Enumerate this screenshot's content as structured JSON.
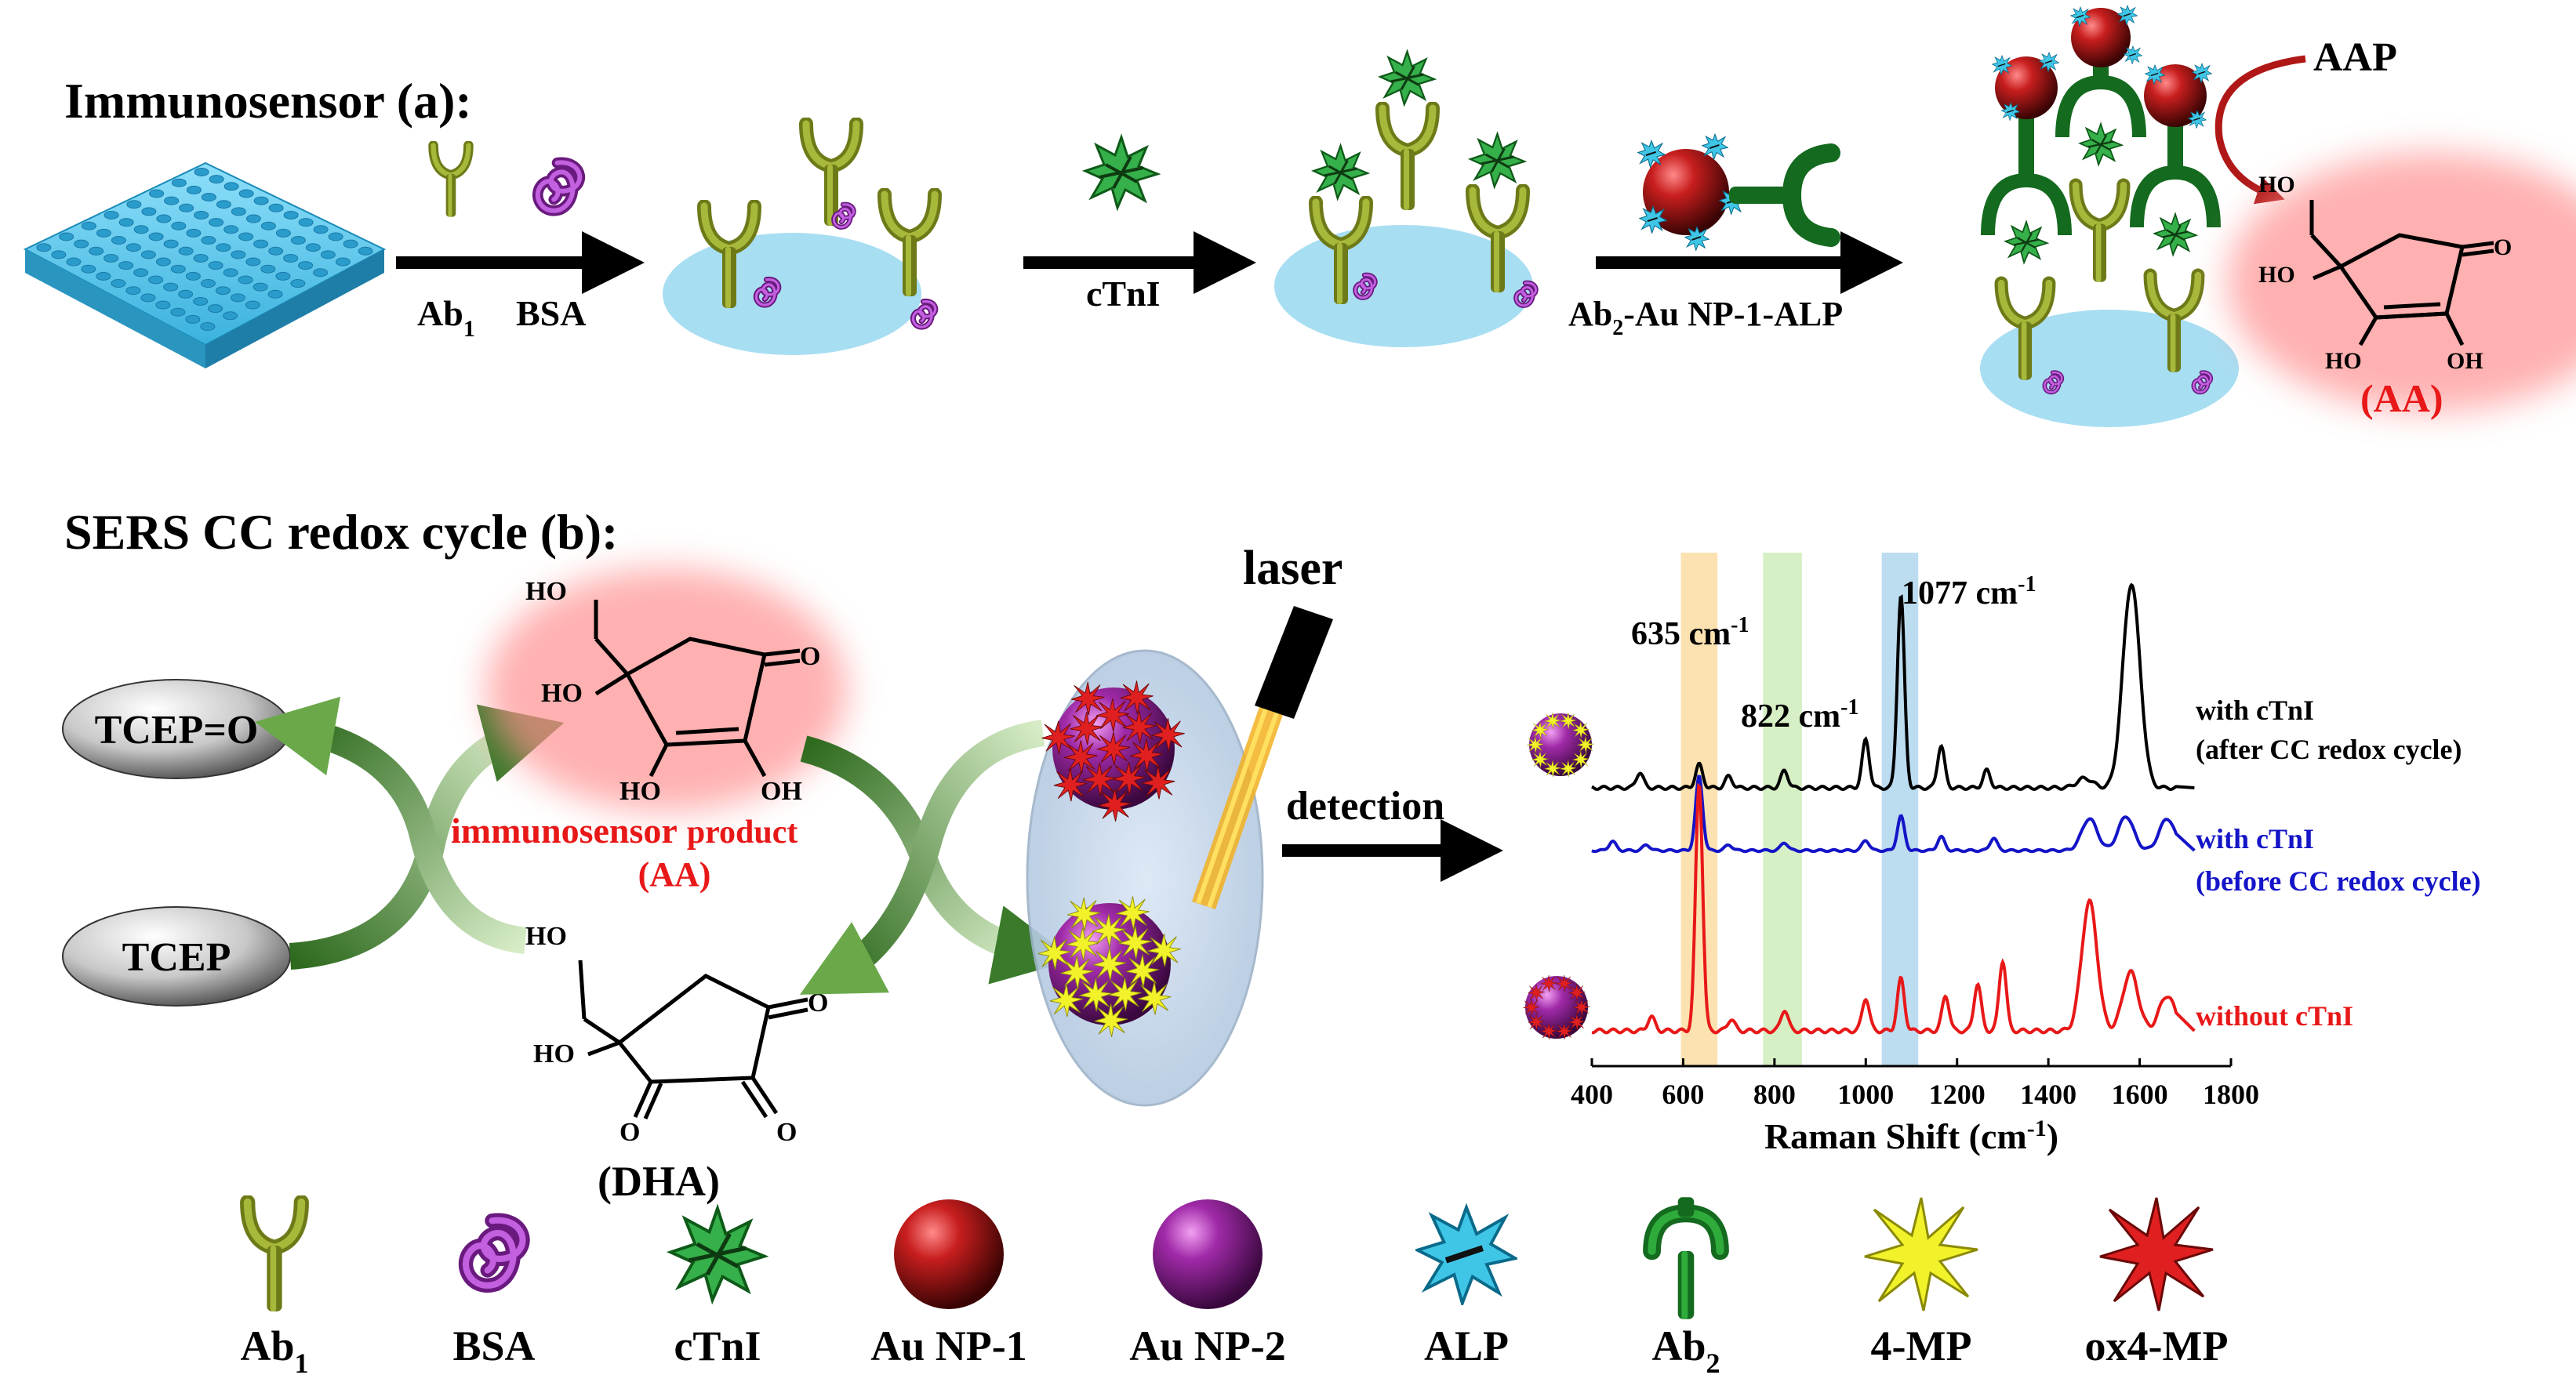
{
  "panel_a": {
    "title": "Immunosensor (a):",
    "step1_label_ab": "Ab",
    "step1_label_ab_sub": "1",
    "step1_label_bsa": "BSA",
    "step2_label": "cTnI",
    "step3_label_main": "Ab",
    "step3_label_sub": "2",
    "step3_label_rest": "-Au NP-1-ALP",
    "aap": "AAP",
    "aa_label": "(AA)"
  },
  "panel_b": {
    "title": "SERS CC redox cycle (b):",
    "tcep_ox": "TCEP=O",
    "tcep": "TCEP",
    "immuno_product_1": "immunosensor",
    "immuno_product_2": "product",
    "aa_label": "(AA)",
    "dha_label": "(DHA)",
    "laser": "laser",
    "detection": "detection",
    "chem": {
      "ho": "HO",
      "oh": "OH",
      "o": "O"
    }
  },
  "chart_data": {
    "type": "line",
    "xlabel": "Raman Shift (cm",
    "xlabel_sup": "-1",
    "xlabel_end": ")",
    "xlim": [
      400,
      1800
    ],
    "x_ticks": [
      "400",
      "600",
      "800",
      "1000",
      "1200",
      "1400",
      "1600",
      "1800"
    ],
    "peak_annotations": [
      {
        "label": "635 cm",
        "sup": "-1",
        "x": 635
      },
      {
        "label": "822 cm",
        "sup": "-1",
        "x": 822
      },
      {
        "label": "1077 cm",
        "sup": "-1",
        "x": 1077
      }
    ],
    "highlight_bands": [
      {
        "from": 595,
        "to": 675,
        "color": "#fbe2b0"
      },
      {
        "from": 775,
        "to": 860,
        "color": "#d6efc4"
      },
      {
        "from": 1035,
        "to": 1115,
        "color": "#bcdcef"
      }
    ],
    "series": [
      {
        "label_1": "with cTnI",
        "label_2": "(after CC redox cycle)",
        "color": "#000000",
        "baseline": 0.0,
        "peaks": [
          [
            505,
            0.08
          ],
          [
            635,
            0.12
          ],
          [
            700,
            0.06
          ],
          [
            822,
            0.09
          ],
          [
            1000,
            0.25
          ],
          [
            1077,
            1.0
          ],
          [
            1165,
            0.22
          ],
          [
            1265,
            0.09
          ],
          [
            1480,
            0.05
          ],
          [
            1575,
            0.62
          ],
          [
            1590,
            0.55
          ]
        ]
      },
      {
        "label_1": "with cTnI",
        "label_2": "(before CC redox cycle)",
        "color": "#1414c8",
        "baseline": 0.0,
        "peaks": [
          [
            445,
            0.08
          ],
          [
            520,
            0.05
          ],
          [
            635,
            0.65
          ],
          [
            700,
            0.05
          ],
          [
            822,
            0.07
          ],
          [
            1000,
            0.09
          ],
          [
            1077,
            0.3
          ],
          [
            1165,
            0.12
          ],
          [
            1280,
            0.11
          ],
          [
            1490,
            0.28
          ],
          [
            1570,
            0.3
          ],
          [
            1660,
            0.28
          ]
        ]
      },
      {
        "label_1": "without cTnI",
        "label_2": "",
        "color": "#e81818",
        "baseline": 0.0,
        "peaks": [
          [
            530,
            0.06
          ],
          [
            635,
            1.05
          ],
          [
            705,
            0.05
          ],
          [
            822,
            0.09
          ],
          [
            1000,
            0.14
          ],
          [
            1077,
            0.22
          ],
          [
            1175,
            0.15
          ],
          [
            1245,
            0.2
          ],
          [
            1300,
            0.3
          ],
          [
            1490,
            0.55
          ],
          [
            1580,
            0.25
          ],
          [
            1660,
            0.15
          ]
        ]
      }
    ]
  },
  "legend": {
    "items": [
      {
        "label": "Ab",
        "sub": "1",
        "icon": "ab1-antibody-icon"
      },
      {
        "label": "BSA",
        "sub": "",
        "icon": "bsa-protein-icon"
      },
      {
        "label": "cTnI",
        "sub": "",
        "icon": "ctni-protein-icon"
      },
      {
        "label": "Au NP-1",
        "sub": "",
        "icon": "au-np1-sphere-icon"
      },
      {
        "label": "Au NP-2",
        "sub": "",
        "icon": "au-np2-sphere-icon"
      },
      {
        "label": "ALP",
        "sub": "",
        "icon": "alp-enzyme-icon"
      },
      {
        "label": "Ab",
        "sub": "2",
        "icon": "ab2-antibody-icon"
      },
      {
        "label": "4-MP",
        "sub": "",
        "icon": "4mp-star-icon"
      },
      {
        "label": "ox4-MP",
        "sub": "",
        "icon": "ox4mp-star-icon"
      }
    ]
  },
  "colors": {
    "plate": "#6ecff0",
    "disc": "#a8def2",
    "ab1": "#8a9a2a",
    "ab2": "#1f8a2a",
    "bsa": "#a23fc0",
    "ctni": "#2aa83a",
    "au_np1": "#b01818",
    "au_np2": "#9a2a9a",
    "alp": "#2ab8d8",
    "mp4": "#e8e818",
    "ox4mp": "#d81818",
    "arrow_green": "#3a7a2a",
    "red_text": "#e81818"
  }
}
